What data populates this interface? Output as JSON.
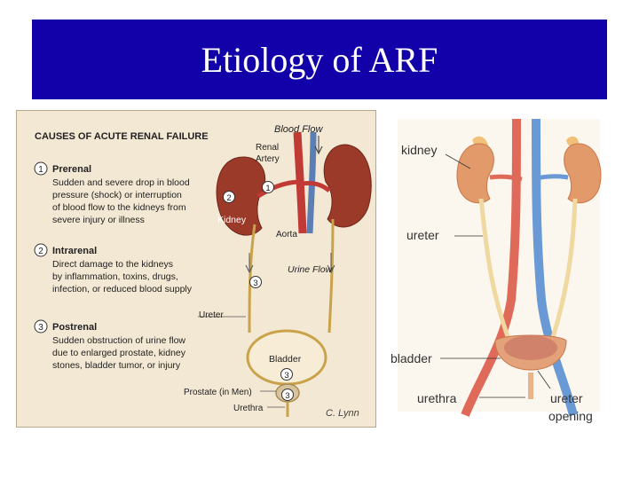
{
  "slide": {
    "title": "Etiology of ARF"
  },
  "left_figure": {
    "heading": "CAUSES OF ACUTE RENAL FAILURE",
    "causes": [
      {
        "number": "1",
        "title": "Prerenal",
        "lines": [
          "Sudden and severe drop in blood",
          "pressure (shock) or interruption",
          "of blood flow to the kidneys from",
          "severe injury or illness"
        ]
      },
      {
        "number": "2",
        "title": "Intrarenal",
        "lines": [
          "Direct damage to the kidneys",
          "by inflammation, toxins, drugs,",
          "infection, or reduced blood supply"
        ]
      },
      {
        "number": "3",
        "title": "Postrenal",
        "lines": [
          "Sudden obstruction of urine flow",
          "due to enlarged prostate, kidney",
          "stones, bladder tumor, or injury"
        ]
      }
    ],
    "labels": {
      "blood_flow": "Blood Flow",
      "renal": "Renal",
      "artery": "Artery",
      "kidney": "Kidney",
      "aorta": "Aorta",
      "urine_flow": "Urine Flow",
      "ureter": "Ureter",
      "bladder": "Bladder",
      "prostate": "Prostate (in Men)",
      "urethra": "Urethra",
      "signature": "C. Lynn"
    },
    "markers": {
      "m1": "1",
      "m2": "2",
      "m3a": "3",
      "m3b": "3",
      "m3c": "3"
    },
    "colors": {
      "background": "#f3e8d3",
      "kidney": "#9c3a2a",
      "aorta": "#c23a35",
      "urine_tube": "#c9a24a"
    }
  },
  "right_figure": {
    "labels": {
      "kidney": "kidney",
      "ureter_top": "ureter",
      "bladder": "bladder",
      "urethra": "urethra",
      "ureter_bottom": "ureter",
      "opening": "opening"
    },
    "colors": {
      "kidney": "#e39a6a",
      "artery": "#e06a5a",
      "vein": "#6a9ad6",
      "ureter": "#f0d9a0"
    }
  }
}
